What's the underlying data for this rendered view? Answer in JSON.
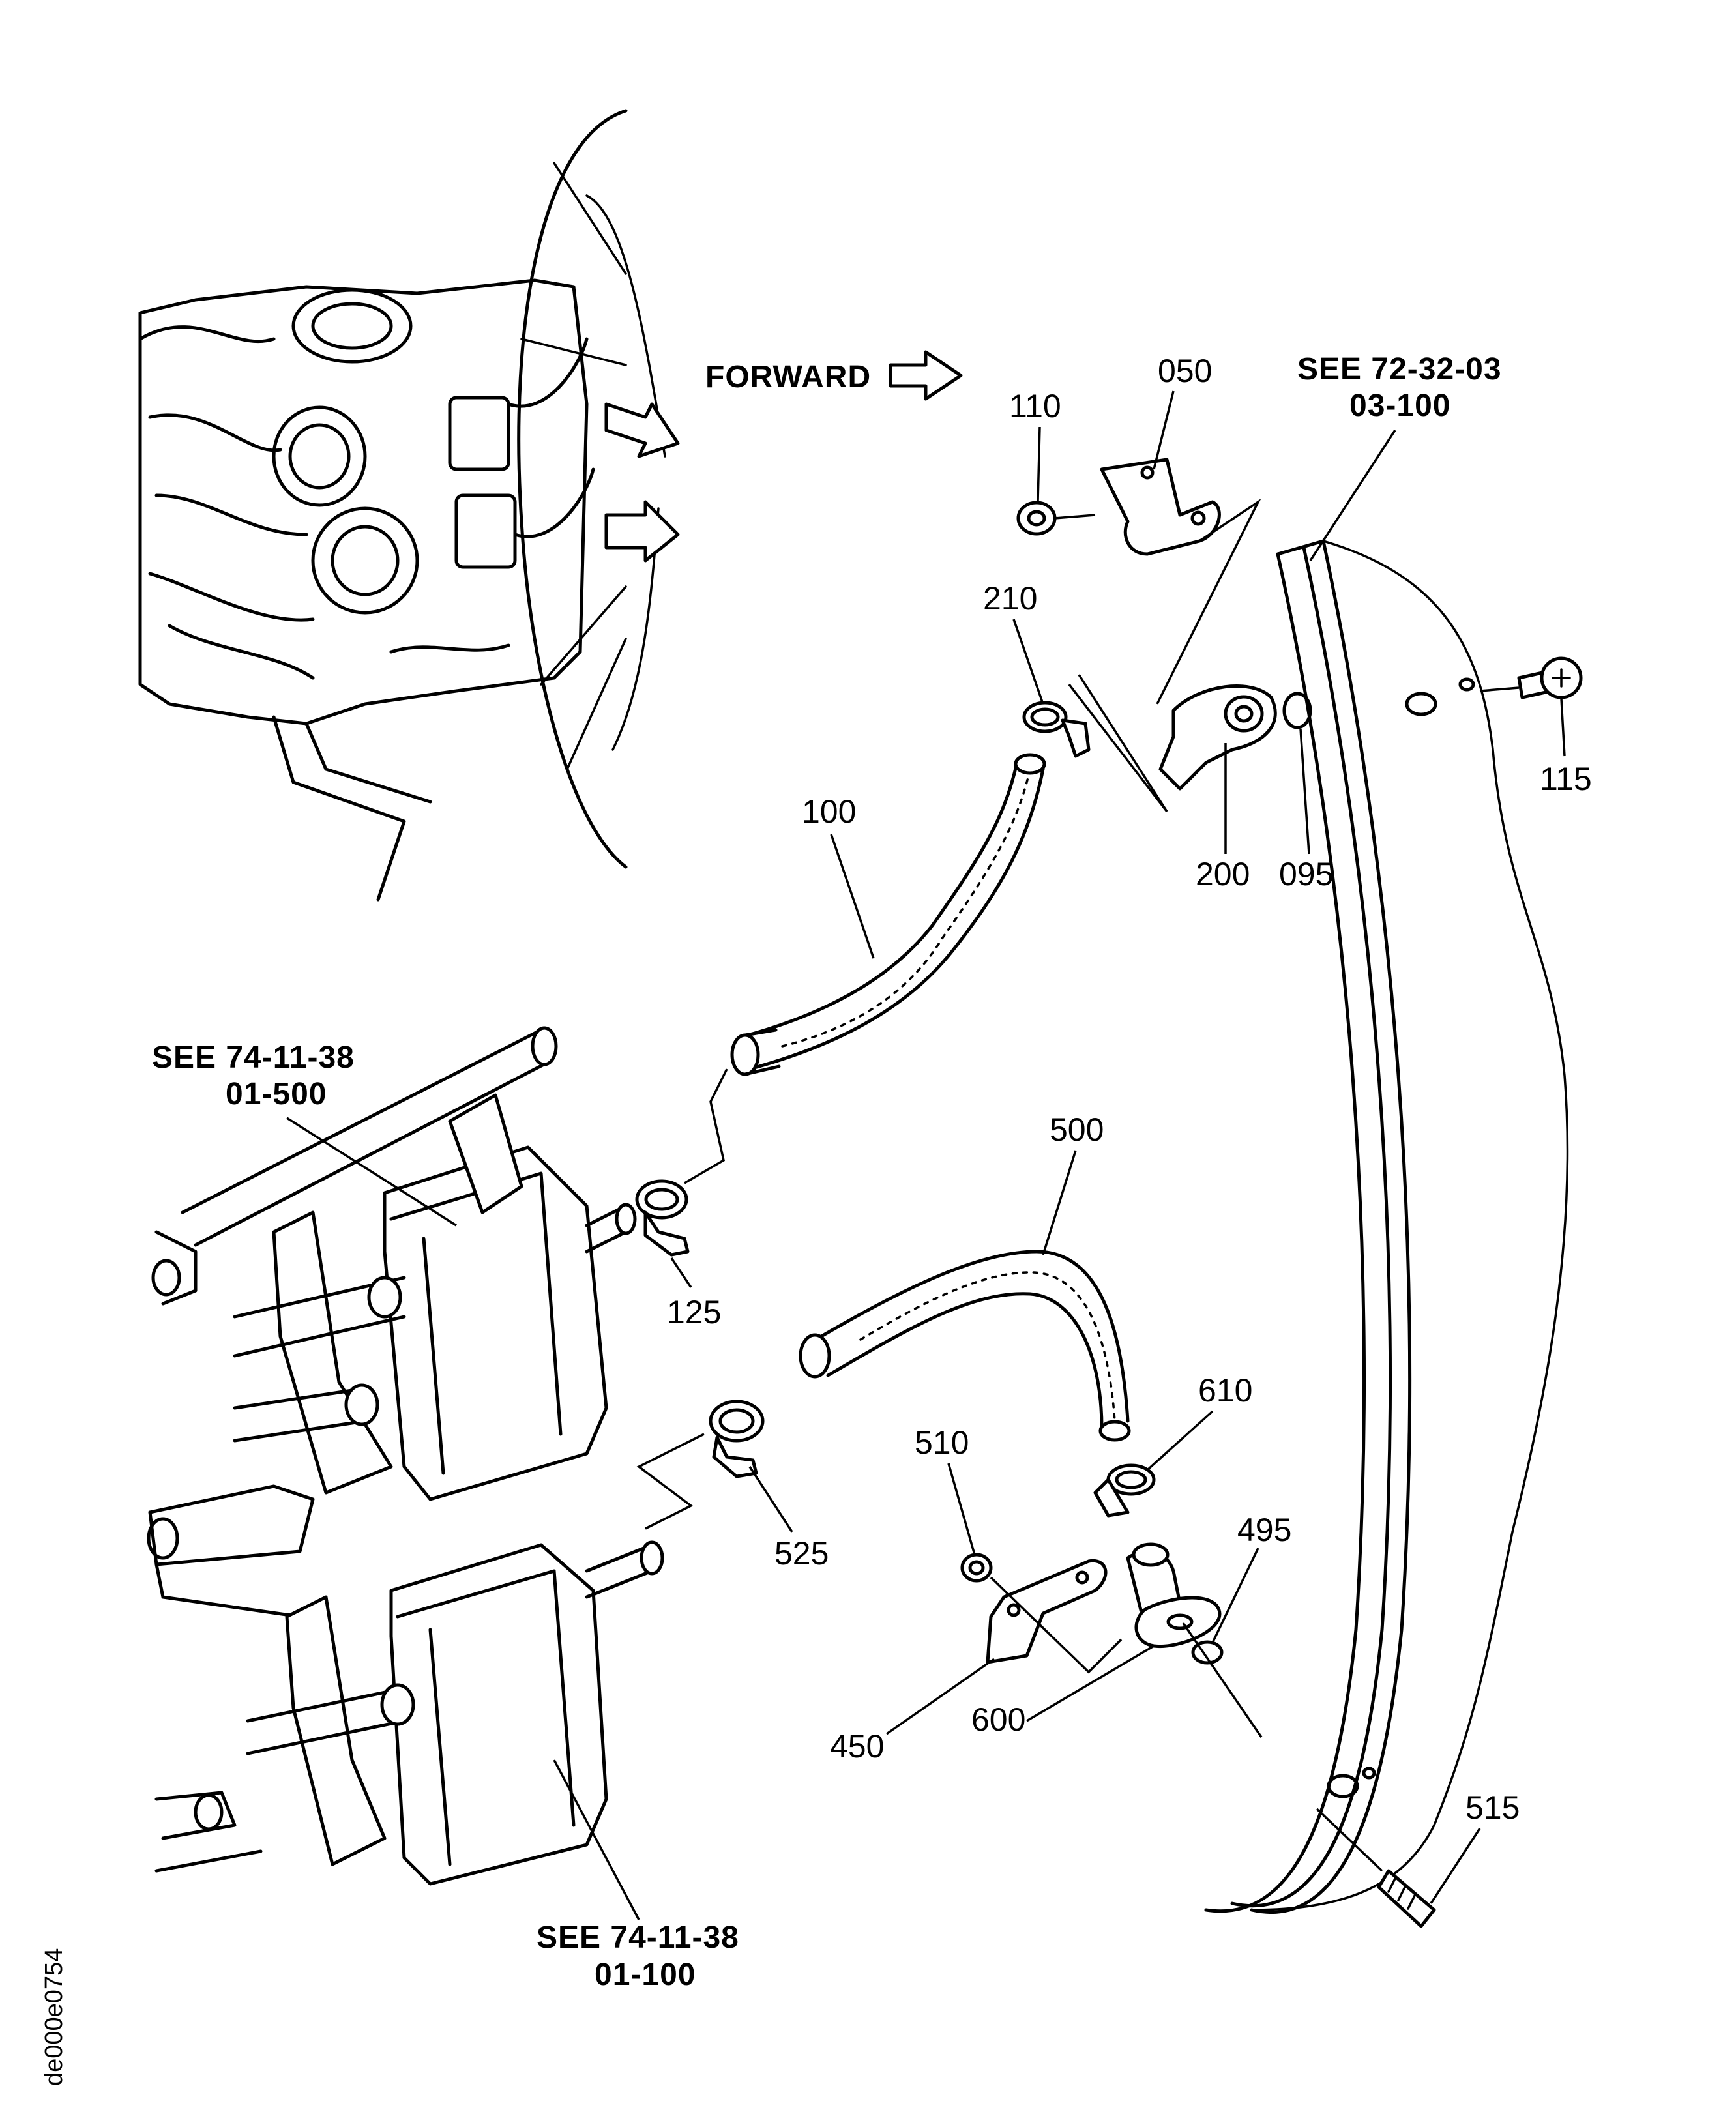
{
  "direction_label": "FORWARD",
  "references": {
    "ref_72_32_03": {
      "line1": "SEE 72-32-03",
      "line2": "03-100"
    },
    "ref_74_11_38_a": {
      "line1": "SEE 74-11-38",
      "line2": "01-500"
    },
    "ref_74_11_38_b": {
      "line1": "SEE 74-11-38",
      "line2": "01-100"
    }
  },
  "callouts": {
    "c050": "050",
    "c110": "110",
    "c210": "210",
    "c100": "100",
    "c200": "200",
    "c095": "095",
    "c115": "115",
    "c125": "125",
    "c500": "500",
    "c610": "610",
    "c510": "510",
    "c495": "495",
    "c525": "525",
    "c450": "450",
    "c600": "600",
    "c515": "515"
  },
  "figure_code": "de000e0754"
}
